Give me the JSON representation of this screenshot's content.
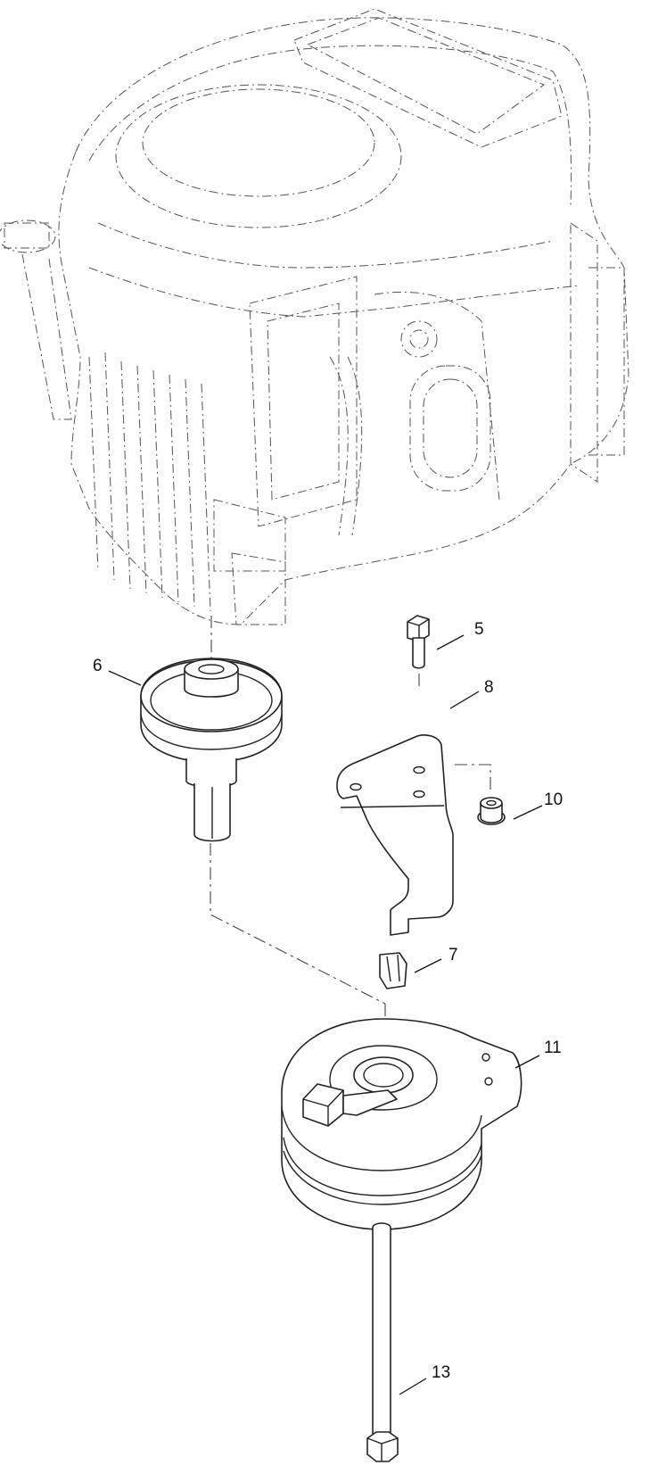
{
  "callouts": {
    "c5": "5",
    "c6": "6",
    "c7": "7",
    "c8": "8",
    "c10": "10",
    "c11": "11",
    "c13": "13"
  },
  "colors": {
    "line": "#222222",
    "background": "#ffffff"
  }
}
